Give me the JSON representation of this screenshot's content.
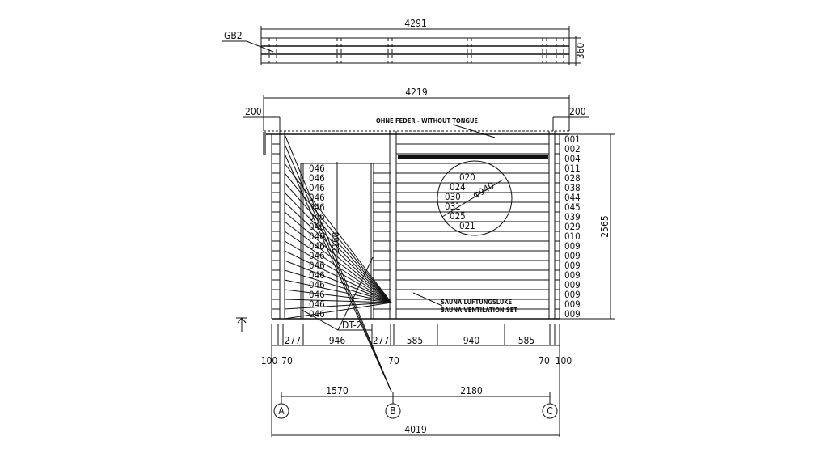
{
  "top_view": {
    "width_dim": "4291",
    "depth_dim": "360",
    "part_label": "GB2"
  },
  "elevation": {
    "width_dim": "4219",
    "overhang_left": "200",
    "overhang_right": "200",
    "height_dim": "2565",
    "top_note": "OHNE FEDER - WITHOUT TONGUE",
    "door_height_dim": "2160",
    "door_label": "DT-2",
    "window_diameter": "Φ940",
    "window_labels": [
      "020",
      "024",
      "030",
      "031",
      "025",
      "021"
    ],
    "vent_note_de": "SAUNA LUFTUNGSLUKE",
    "vent_note_en": "SAUNA VENTILATION SET",
    "right_log_labels": [
      "001",
      "002",
      "004",
      "011",
      "028",
      "038",
      "044",
      "045",
      "039",
      "029",
      "010",
      "009",
      "009",
      "009",
      "009",
      "009",
      "009",
      "009",
      "009"
    ],
    "door_log_labels": [
      "046",
      "046",
      "046",
      "046",
      "046",
      "046",
      "046",
      "046",
      "046",
      "046",
      "046",
      "046",
      "046",
      "046",
      "046",
      "046"
    ]
  },
  "bottom_dims": {
    "segments": [
      "277",
      "946",
      "277",
      "585",
      "940",
      "585"
    ],
    "posts": [
      "100",
      "70",
      "70",
      "70",
      "100"
    ],
    "axis_spans": [
      "1570",
      "2180"
    ],
    "axes": [
      "A",
      "B",
      "C"
    ],
    "total": "4019"
  }
}
